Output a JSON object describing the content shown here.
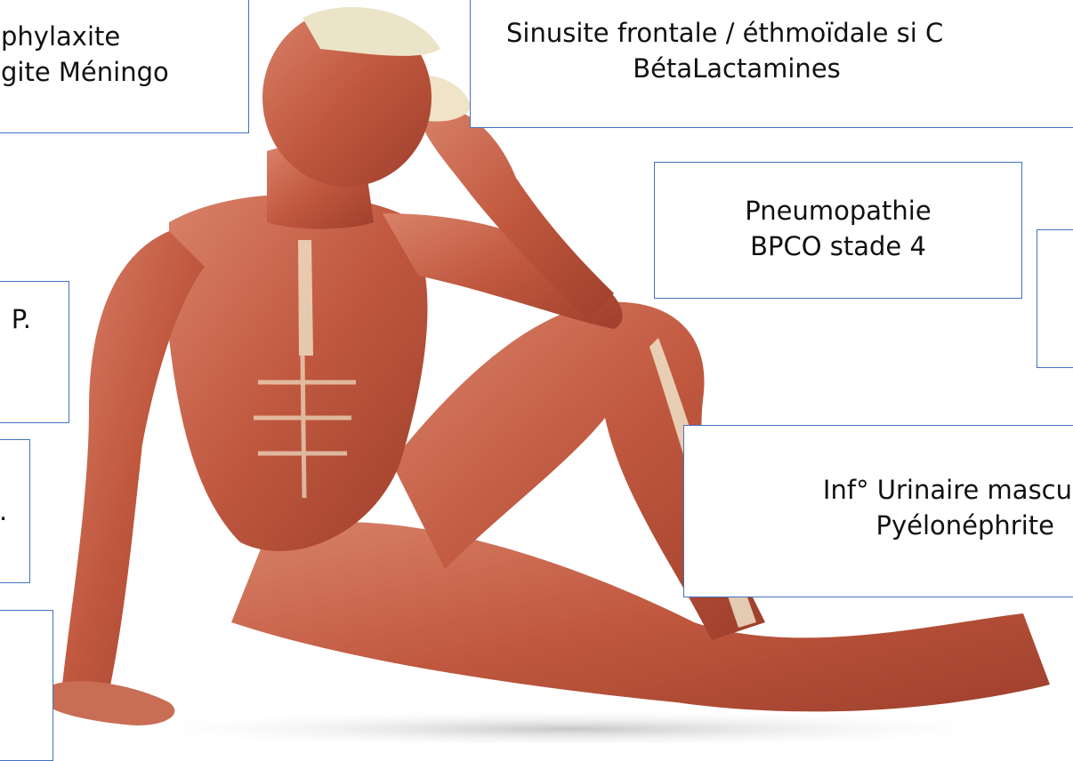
{
  "boxes": {
    "top_left": {
      "line1": "phylaxite",
      "line2": "gite Méningo"
    },
    "top_right": {
      "line1": "Sinusite frontale / éthmoïdale si C",
      "line2": "BétaLactamines"
    },
    "mid_right": {
      "line1": "Pneumopathie",
      "line2": "BPCO stade 4"
    },
    "far_right_small": {
      "line1": ""
    },
    "left_mid": {
      "line1": "P."
    },
    "left_lower": {
      "line1": "."
    },
    "lower_right": {
      "line1": "Inf° Urinaire mascu",
      "line2": "Pyélonéphrite"
    },
    "bottom_left": {
      "line1": ""
    }
  },
  "colors": {
    "box_border": "#4472c4",
    "skin": "#c8654a",
    "tendon": "#efe3c8"
  }
}
